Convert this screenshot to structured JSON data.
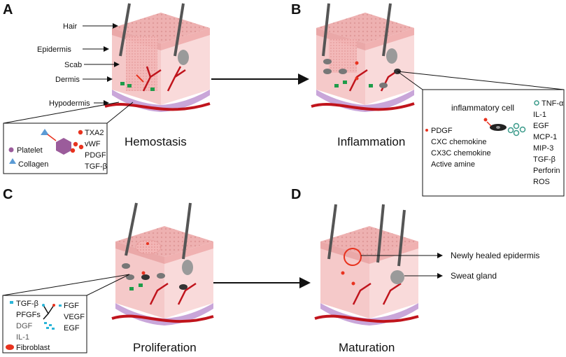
{
  "panels": {
    "A": {
      "letter": "A",
      "stage": "Hemostasis",
      "labels": {
        "hair": "Hair",
        "epidermis": "Epidermis",
        "scab": "Scab",
        "dermis": "Dermis",
        "hypodermis": "Hypodermis"
      },
      "inset": {
        "platelet": "Platelet",
        "collagen": "Collagen",
        "factors": [
          "TXA2",
          "vWF",
          "PDGF",
          "TGF-β"
        ]
      }
    },
    "B": {
      "letter": "B",
      "stage": "Inflammation",
      "inset": {
        "title": "inflammatory cell",
        "left_factors": [
          "PDGF",
          "CXC chemokine",
          "CX3C chemokine",
          "Active amine"
        ],
        "right_factors": [
          "TNF-α",
          "IL-1",
          "EGF",
          "MCP-1",
          "MIP-3",
          "TGF-β",
          "Perforin",
          "ROS"
        ]
      }
    },
    "C": {
      "letter": "C",
      "stage": "Proliferation",
      "inset": {
        "left_factors": [
          "TGF-β",
          "PFGFs",
          "DGF",
          "IL-1"
        ],
        "right_factors": [
          "FGF",
          "VEGF",
          "EGF"
        ],
        "fibroblast": "Fibroblast"
      }
    },
    "D": {
      "letter": "D",
      "stage": "Maturation",
      "labels": {
        "new_epidermis": "Newly healed epidermis",
        "sweat_gland": "Sweat gland"
      }
    }
  },
  "colors": {
    "epidermis_top": "#e9a9a9",
    "dermis": "#f7d4d4",
    "vessel": "#c0141c",
    "cell_grey": "#9a9a9a",
    "green_cell": "#1e9c4a",
    "platelet": "#9b5c9b",
    "collagen": "#5b9bd5",
    "factor_red": "#e8321e",
    "cyan_factor": "#2bb5d8"
  }
}
